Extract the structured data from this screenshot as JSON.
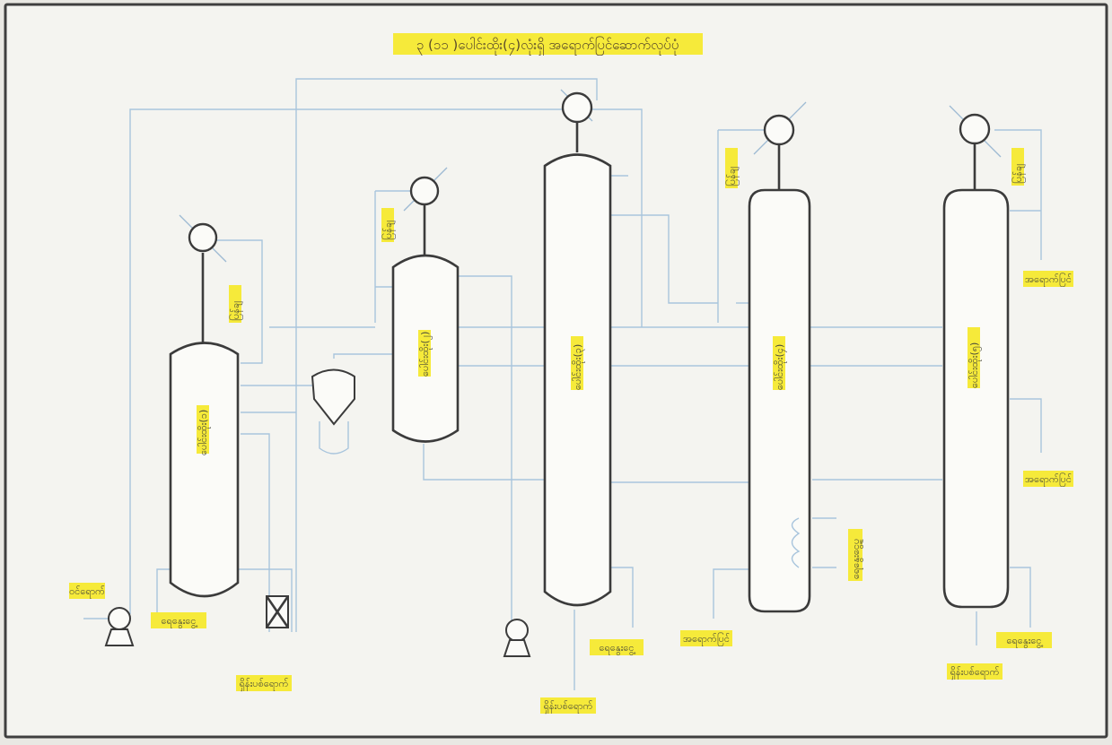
{
  "title": "၃ (၁၁ )ပေါင်းထိုး(၄)လုံးရှိ အရောက်ပြင်ဆောက်လုပ်ပုံ",
  "columns": [
    {
      "label": "ပေါင်းထိုး(၁)"
    },
    {
      "label": "ပေါင်းထိုး(၂)"
    },
    {
      "label": "ပေါင်းထိုး(၃)"
    },
    {
      "label": "ပေါင်းထိုး(၄)"
    },
    {
      "label": "ပေါင်းထိုး(၅)"
    }
  ],
  "labels": {
    "feed": "ဝင်ရောက်",
    "steam_1": "ရေနွေးငွေ့",
    "steam_2": "ရေနွေးငွေ့",
    "steam_3": "ရေနွေးငွေ့",
    "waste_1": "ရှိန်းပစ်ရောက်",
    "waste_2": "ရှိန်းပစ်ရောက်",
    "waste_3": "ရှိန်းပစ်ရောက်",
    "reflux_1": "ပြန်ချ",
    "reflux_2": "ပြန်ချ",
    "reflux_3": "ပြန်ချ",
    "reflux_4": "ပြန်ချ",
    "product_top": "အရောက်ပြင်",
    "product_mid": "အရောက်ပြင်",
    "product_bottom_4": "အရောက်ပြင်",
    "reboiler_steam": "ရေနွေးငွေ့ပူ"
  }
}
